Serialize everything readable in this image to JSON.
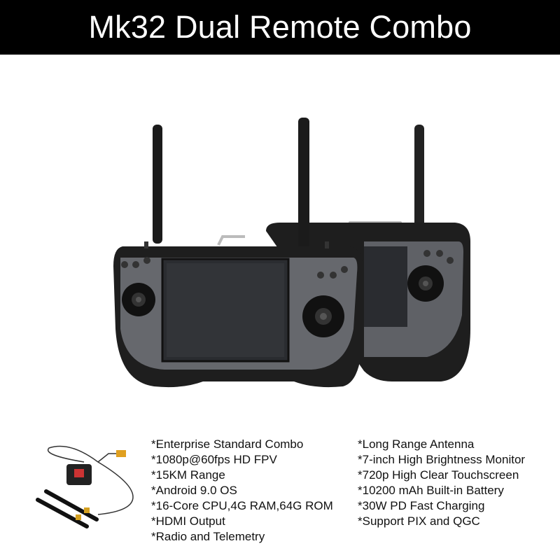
{
  "title": "Mk32 Dual Remote Combo",
  "features_left": [
    "*Enterprise Standard Combo",
    "*1080p@60fps HD FPV",
    "*15KM Range",
    "*Android 9.0 OS",
    "*16-Core CPU,4G RAM,64G ROM",
    "*HDMI Output",
    "*Radio and Telemetry"
  ],
  "features_right": [
    "*Long Range Antenna",
    "*7-inch High Brightness Monitor",
    "*720p High Clear Touchscreen",
    "*10200 mAh Built-in Battery",
    "*30W PD Fast Charging",
    "*Support PIX and QGC"
  ],
  "colors": {
    "title_bg": "#000000",
    "title_text": "#ffffff",
    "body": "#1e1e1e",
    "faceplate": "#6a6c70"
  }
}
